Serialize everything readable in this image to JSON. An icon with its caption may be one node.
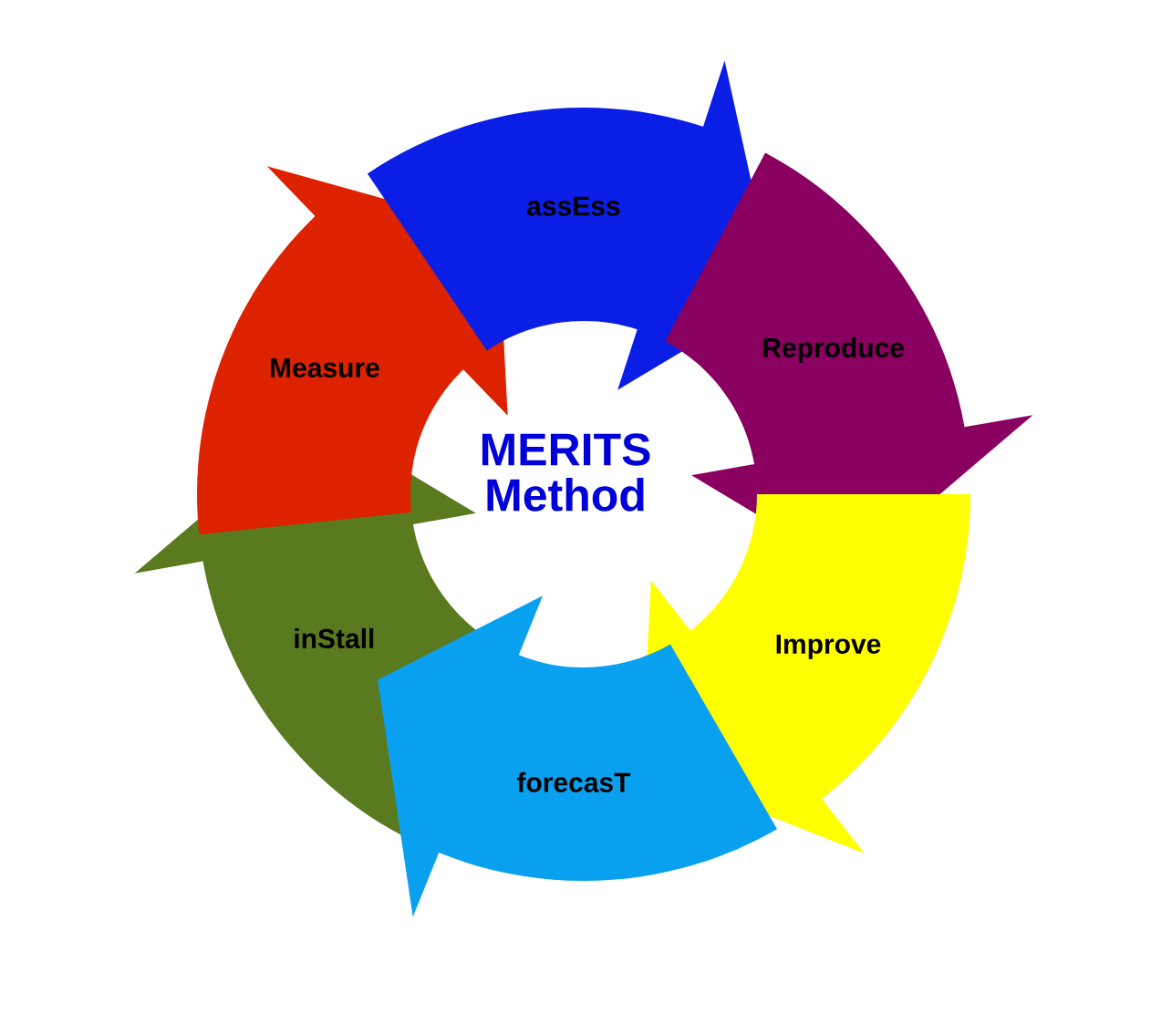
{
  "diagram": {
    "title": "MERITS Method",
    "nodes": [
      {
        "text": [
          "Measure"
        ]
      },
      {
        "text": [
          "assEss"
        ]
      },
      {
        "text": [
          "Reproduce"
        ]
      },
      {
        "text": [
          "Improve"
        ]
      },
      {
        "text": [
          "forecasT"
        ]
      },
      {
        "text": [
          "inStall"
        ]
      }
    ]
  }
}
